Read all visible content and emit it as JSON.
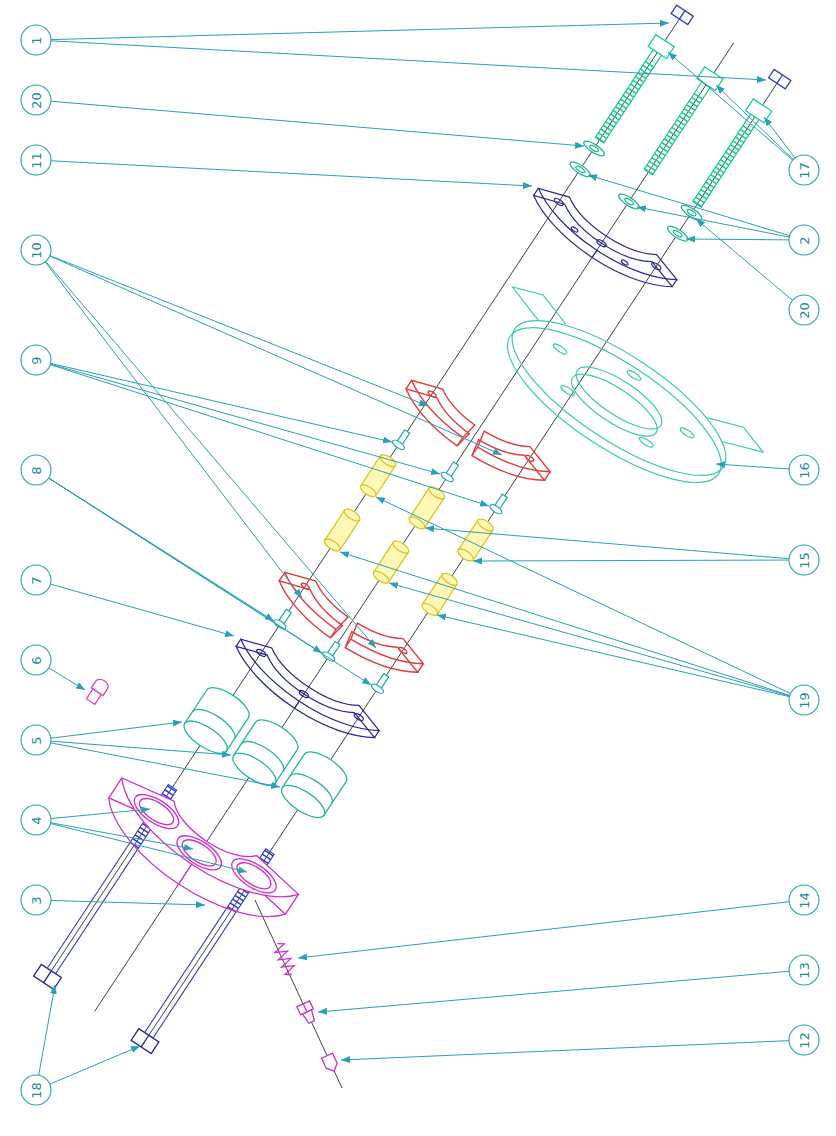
{
  "diagram": {
    "nodes": [
      {
        "text": [
          "1"
        ]
      },
      {
        "text": [
          "20"
        ]
      },
      {
        "text": [
          "11"
        ]
      },
      {
        "text": [
          "10"
        ]
      },
      {
        "text": [
          "9"
        ]
      },
      {
        "text": [
          "8"
        ]
      },
      {
        "text": [
          "7"
        ]
      },
      {
        "text": [
          "6"
        ]
      },
      {
        "text": [
          "5"
        ]
      },
      {
        "text": [
          "4"
        ]
      },
      {
        "text": [
          "3"
        ]
      },
      {
        "text": [
          "18"
        ]
      },
      {
        "text": [
          "17"
        ]
      },
      {
        "text": [
          "2"
        ]
      },
      {
        "text": [
          "20"
        ]
      },
      {
        "text": [
          "16"
        ]
      },
      {
        "text": [
          "15"
        ]
      },
      {
        "text": [
          "19"
        ]
      },
      {
        "text": [
          "14"
        ]
      },
      {
        "text": [
          "13"
        ]
      },
      {
        "text": [
          "12"
        ]
      }
    ]
  }
}
